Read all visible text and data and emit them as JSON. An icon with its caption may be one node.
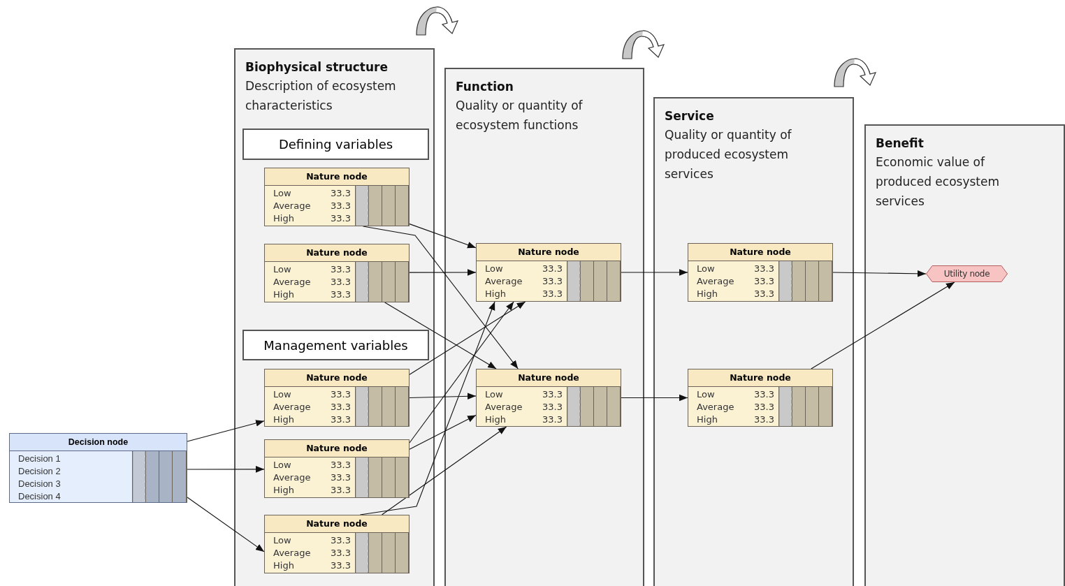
{
  "diagram": {
    "nodes": [
      {
        "text": [
          "Biophysical structure",
          "Description of ecosystem characteristics"
        ]
      },
      {
        "text": [
          "Defining variables"
        ],
        "in": 0
      },
      {
        "text": [
          "Nature node",
          "Low",
          "33.3",
          "Average",
          "33.3",
          "High",
          "33.3"
        ],
        "in": 0
      },
      {
        "text": [
          "Nature node",
          "Low",
          "33.3",
          "Average",
          "33.3",
          "High",
          "33.3"
        ],
        "in": 0
      },
      {
        "text": [
          "Management variables"
        ],
        "in": 0
      },
      {
        "text": [
          "Nature node",
          "Low",
          "33.3",
          "Average",
          "33.3",
          "High",
          "33.3"
        ],
        "in": 0
      },
      {
        "text": [
          "Nature node",
          "Low",
          "33.3",
          "Average",
          "33.3",
          "High",
          "33.3"
        ],
        "in": 0
      },
      {
        "text": [
          "Nature node",
          "Low",
          "33.3",
          "Average",
          "33.3",
          "High",
          "33.3"
        ],
        "in": 0
      },
      {
        "text": [
          "Function",
          "Quality or quantity of ecosystem functions"
        ]
      },
      {
        "text": [
          "Nature node",
          "Low",
          "33.3",
          "Average",
          "33.3",
          "High",
          "33.3"
        ],
        "in": 8
      },
      {
        "text": [
          "Nature node",
          "Low",
          "33.3",
          "Average",
          "33.3",
          "High",
          "33.3"
        ],
        "in": 8
      },
      {
        "text": [
          "Service",
          "Quality or quantity of produced ecosystem services"
        ]
      },
      {
        "text": [
          "Nature node",
          "Low",
          "33.3",
          "Average",
          "33.3",
          "High",
          "33.3"
        ],
        "in": 11
      },
      {
        "text": [
          "Nature node",
          "Low",
          "33.3",
          "Average",
          "33.3",
          "High",
          "33.3"
        ],
        "in": 11
      },
      {
        "text": [
          "Benefit",
          "Economic value of produced ecosystem services"
        ]
      },
      {
        "text": [
          "Utility node"
        ],
        "in": 14
      },
      {
        "text": [
          "Decision node",
          "Decision 1",
          "Decision 2",
          "Decision 3",
          "Decision 4"
        ]
      }
    ],
    "edges": [
      {
        "from": 16,
        "to": 5,
        "arrow": "to"
      },
      {
        "from": 16,
        "to": 6,
        "arrow": "to"
      },
      {
        "from": 16,
        "to": 7,
        "arrow": "to"
      },
      {
        "from": 2,
        "to": 9,
        "arrow": "to"
      },
      {
        "from": 2,
        "to": 10,
        "arrow": "to"
      },
      {
        "from": 3,
        "to": 9,
        "arrow": "to"
      },
      {
        "from": 3,
        "to": 10,
        "arrow": "to"
      },
      {
        "from": 5,
        "to": 9,
        "arrow": "to"
      },
      {
        "from": 5,
        "to": 10,
        "arrow": "to"
      },
      {
        "from": 6,
        "to": 9,
        "arrow": "to"
      },
      {
        "from": 6,
        "to": 10,
        "arrow": "to"
      },
      {
        "from": 7,
        "to": 9,
        "arrow": "to"
      },
      {
        "from": 7,
        "to": 10,
        "arrow": "to"
      },
      {
        "from": 9,
        "to": 12,
        "arrow": "to"
      },
      {
        "from": 10,
        "to": 13,
        "arrow": "to"
      },
      {
        "from": 12,
        "to": 15,
        "arrow": "to"
      },
      {
        "from": 13,
        "to": 15,
        "arrow": "to"
      }
    ]
  }
}
